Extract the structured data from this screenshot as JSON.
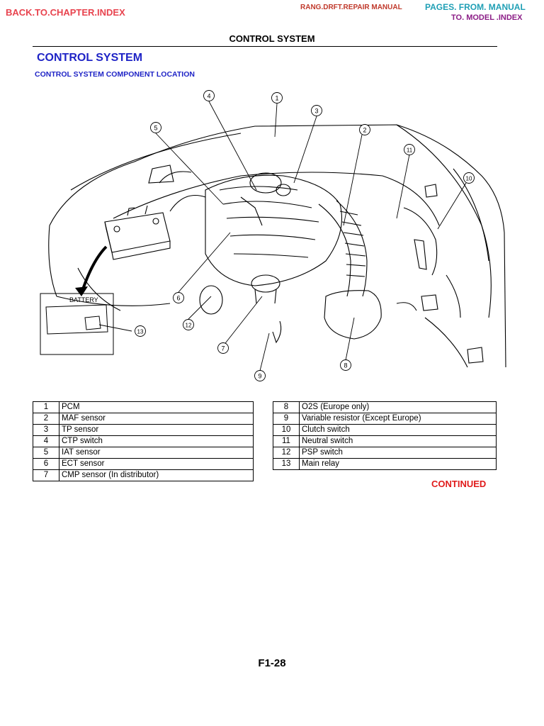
{
  "nav": {
    "back_link": "BACK.TO.CHAPTER.INDEX",
    "manual_link": "RANG.DRFT.REPAIR MANUAL",
    "pages_link": "PAGES. FROM. MANUAL",
    "model_link": "TO. MODEL .INDEX"
  },
  "header": {
    "title": "CONTROL SYSTEM"
  },
  "section": {
    "title": "CONTROL SYSTEM",
    "subtitle": "CONTROL SYSTEM COMPONENT LOCATION"
  },
  "diagram": {
    "battery_label": "BATTERY",
    "callouts": [
      "1",
      "2",
      "3",
      "4",
      "5",
      "6",
      "7",
      "8",
      "9",
      "10",
      "11",
      "12",
      "13"
    ]
  },
  "parts_left": [
    {
      "num": "1",
      "name": "PCM"
    },
    {
      "num": "2",
      "name": "MAF sensor"
    },
    {
      "num": "3",
      "name": "TP sensor"
    },
    {
      "num": "4",
      "name": "CTP switch"
    },
    {
      "num": "5",
      "name": "IAT sensor"
    },
    {
      "num": "6",
      "name": "ECT sensor"
    },
    {
      "num": "7",
      "name": "CMP sensor (In distributor)"
    }
  ],
  "parts_right": [
    {
      "num": "8",
      "name": "O2S (Europe only)"
    },
    {
      "num": "9",
      "name": "Variable resistor (Except Europe)"
    },
    {
      "num": "10",
      "name": "Clutch switch"
    },
    {
      "num": "11",
      "name": "Neutral switch"
    },
    {
      "num": "12",
      "name": "PSP switch"
    },
    {
      "num": "13",
      "name": "Main relay"
    }
  ],
  "continued": "CONTINUED",
  "page_number": "F1-28"
}
